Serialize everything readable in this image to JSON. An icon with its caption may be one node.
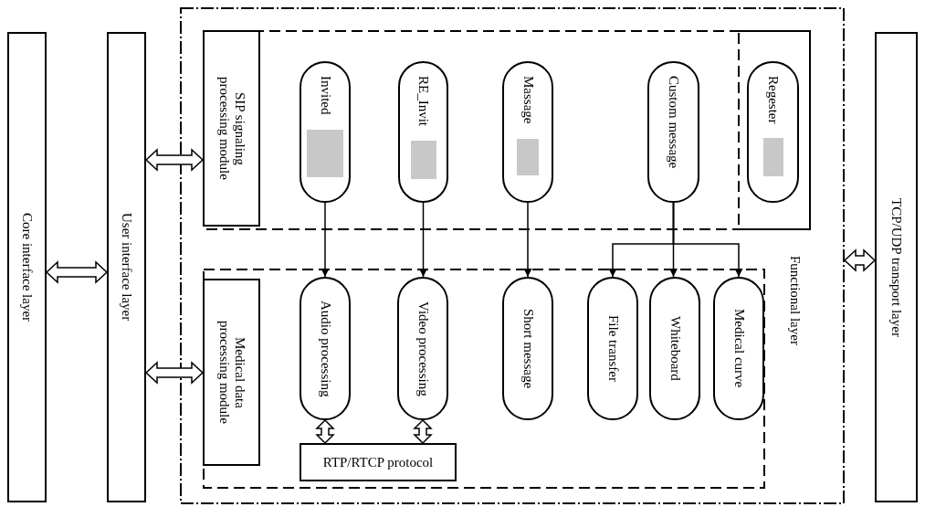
{
  "diagram": {
    "nodes": [
      {
        "text": [
          "Core  interface layer"
        ]
      },
      {
        "text": [
          "User interface layer"
        ]
      },
      {
        "text": [
          "Functional layer"
        ]
      },
      {
        "text": [],
        "shape": "box",
        "in": 2
      },
      {
        "text": [],
        "shape": "box",
        "in": 3
      },
      {
        "text": [
          "SIP signaling processing module"
        ],
        "in": 3
      },
      {
        "text": [
          "Invited"
        ],
        "in": 3
      },
      {
        "text": [
          "RE_Invit"
        ],
        "in": 3
      },
      {
        "text": [
          "Massage"
        ],
        "in": 3
      },
      {
        "text": [
          "Custom message"
        ],
        "in": 3
      },
      {
        "text": [
          "Regester"
        ],
        "in": 4
      },
      {
        "text": [],
        "shape": "box",
        "in": 2
      },
      {
        "text": [
          "Medical data processing module"
        ],
        "in": 11
      },
      {
        "text": [
          "Audio processing"
        ],
        "in": 11
      },
      {
        "text": [
          "Video processing"
        ],
        "in": 11
      },
      {
        "text": [
          "Short message"
        ],
        "in": 11
      },
      {
        "text": [
          "File transfer"
        ],
        "in": 11
      },
      {
        "text": [
          "Whiteboard"
        ],
        "in": 11
      },
      {
        "text": [
          "Medical curve"
        ],
        "in": 11
      },
      {
        "text": [
          "RTP/RTCP protocol"
        ],
        "in": 11
      },
      {
        "text": [
          "TCP/UDP transport layer"
        ]
      }
    ],
    "edges": [
      {
        "from": 0,
        "to": 1,
        "arrow": "both",
        "style": "thick"
      },
      {
        "from": 1,
        "to": 5,
        "arrow": "both",
        "style": "thick"
      },
      {
        "from": 1,
        "to": 12,
        "arrow": "both",
        "style": "thick"
      },
      {
        "from": 2,
        "to": 20,
        "arrow": "both",
        "style": "thick"
      },
      {
        "from": 6,
        "to": 13,
        "arrow": "to"
      },
      {
        "from": 7,
        "to": 14,
        "arrow": "to"
      },
      {
        "from": 8,
        "to": 15,
        "arrow": "to"
      },
      {
        "from": 9,
        "to": 16,
        "arrow": "to"
      },
      {
        "from": 9,
        "to": 17,
        "arrow": "to"
      },
      {
        "from": 9,
        "to": 18,
        "arrow": "to"
      },
      {
        "from": 13,
        "to": 19,
        "arrow": "both",
        "style": "thick"
      },
      {
        "from": 14,
        "to": 19,
        "arrow": "both",
        "style": "thick"
      }
    ]
  }
}
